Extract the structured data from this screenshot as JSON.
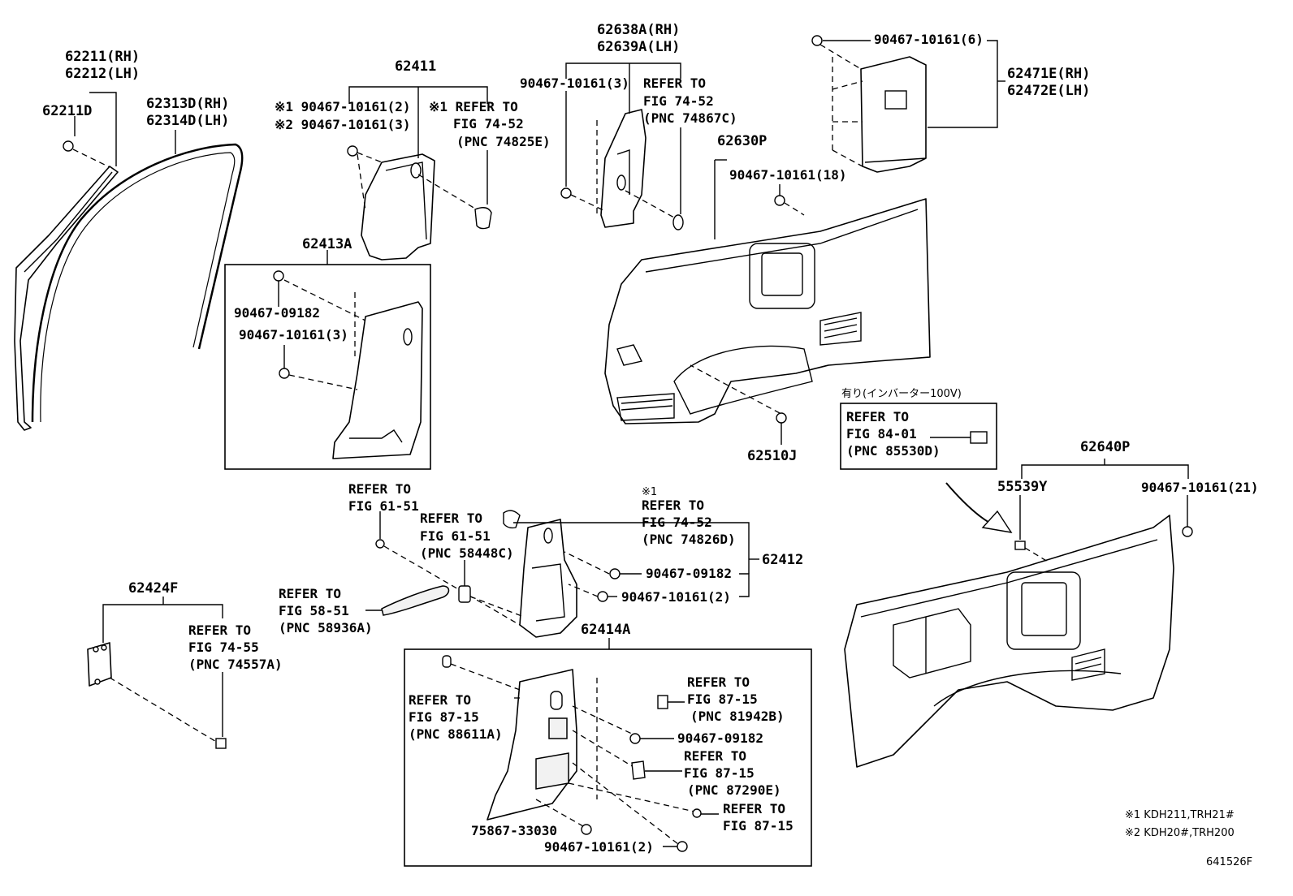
{
  "labels": {
    "l01": "62211(RH)",
    "l02": "62212(LH)",
    "l03": "62211D",
    "l04": "62313D(RH)",
    "l05": "62314D(LH)",
    "l06": "62411",
    "l07": "※1 90467-10161(2)",
    "l08": "※2 90467-10161(3)",
    "l09": "※1 REFER TO",
    "l10": "FIG 74-52",
    "l11": "(PNC 74825E)",
    "l12": "62413A",
    "l13": "90467-09182",
    "l14": "90467-10161(3)",
    "l15": "62638A(RH)",
    "l16": "62639A(LH)",
    "l17": "90467-10161(3)",
    "l18": "REFER TO",
    "l19": "FIG 74-52",
    "l20": "(PNC 74867C)",
    "l21": "90467-10161(6)",
    "l22": "62471E(RH)",
    "l23": "62472E(LH)",
    "l24": "62630P",
    "l25": "90467-10161(18)",
    "l26": "62510J",
    "l27": "有り(インバーター100V)",
    "l28": "REFER TO",
    "l29": "FIG 84-01",
    "l30": "(PNC 85530D)",
    "l31": "62640P",
    "l32": "55539Y",
    "l33": "90467-10161(21)",
    "l34": "REFER TO",
    "l35": "FIG 61-51",
    "l36": "REFER TO",
    "l37": "FIG 61-51",
    "l38": "(PNC 58448C)",
    "l39": "※1",
    "l40": "REFER TO",
    "l41": "FIG 74-52",
    "l42": "(PNC 74826D)",
    "l43": "62412",
    "l44": "90467-09182",
    "l45": "90467-10161(2)",
    "l46": "REFER TO",
    "l47": "FIG 58-51",
    "l48": "(PNC 58936A)",
    "l49": "62424F",
    "l50": "REFER TO",
    "l51": "FIG 74-55",
    "l52": "(PNC 74557A)",
    "l53": "62414A",
    "l54": "REFER TO",
    "l55": "FIG 87-15",
    "l56": "(PNC 88611A)",
    "l57": "REFER TO",
    "l58": "FIG 87-15",
    "l59": "(PNC 81942B)",
    "l60": "90467-09182",
    "l61": "REFER TO",
    "l62": "FIG 87-15",
    "l63": "(PNC 87290E)",
    "l64": "REFER TO",
    "l65": "FIG 87-15",
    "l66": "75867-33030",
    "l67": "90467-10161(2)",
    "l68": "※1 KDH211,TRH21#",
    "l69": "※2 KDH20#,TRH200",
    "l70": "641526F"
  }
}
